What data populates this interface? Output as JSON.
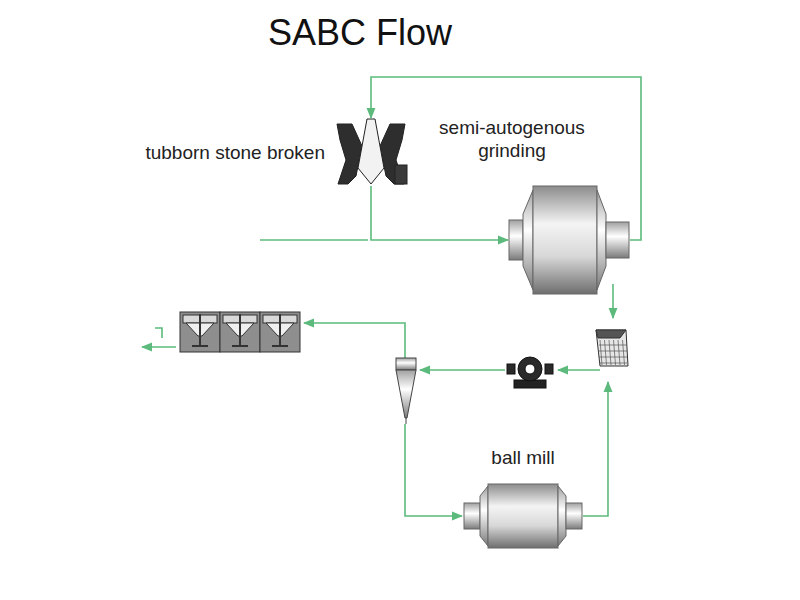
{
  "diagram": {
    "title": "SABC Flow",
    "nodes": [
      {
        "text": [
          "tubborn stone broken"
        ]
      },
      {
        "text": [
          "semi-autogenous grinding"
        ]
      },
      {
        "text": [
          "ball mill"
        ]
      }
    ],
    "edges": [
      {
        "from": 0,
        "to": 1,
        "arrow": "to"
      },
      {
        "from": 1,
        "to": 0,
        "arrow": "to"
      }
    ]
  }
}
